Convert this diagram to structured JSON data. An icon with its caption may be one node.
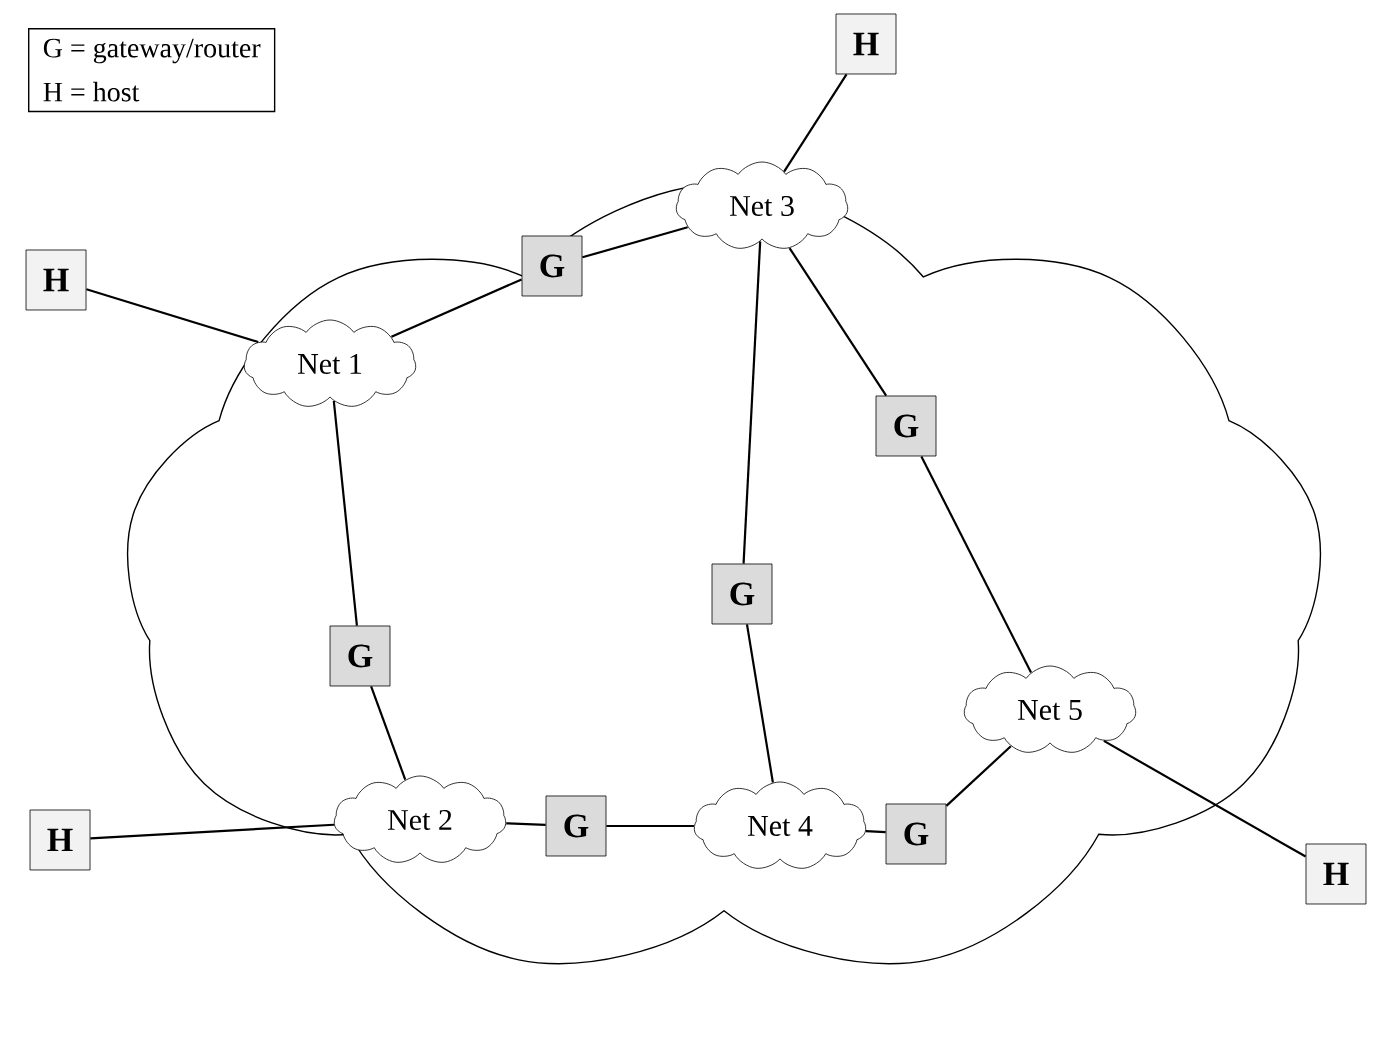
{
  "diagram": {
    "nodes": [
      {
        "text": [
          "H"
        ]
      },
      {
        "text": [
          "Net 3"
        ]
      },
      {
        "text": [
          "H"
        ]
      },
      {
        "text": [
          "G"
        ]
      },
      {
        "text": [
          "Net 1"
        ]
      },
      {
        "text": [
          "G"
        ]
      },
      {
        "text": [
          "G"
        ]
      },
      {
        "text": [
          "G"
        ]
      },
      {
        "text": [
          "Net 5"
        ]
      },
      {
        "text": [
          "H"
        ]
      },
      {
        "text": [
          "Net 2"
        ]
      },
      {
        "text": [
          "G"
        ]
      },
      {
        "text": [
          "Net 4"
        ]
      },
      {
        "text": [
          "G"
        ]
      },
      {
        "text": [
          "H"
        ]
      }
    ],
    "edges": [
      {
        "from": 0,
        "to": 1,
        "arrow": "none"
      },
      {
        "from": 2,
        "to": 4,
        "arrow": "none"
      },
      {
        "from": 4,
        "to": 3,
        "arrow": "none"
      },
      {
        "from": 3,
        "to": 1,
        "arrow": "none"
      },
      {
        "from": 1,
        "to": 5,
        "arrow": "none"
      },
      {
        "from": 5,
        "to": 8,
        "arrow": "none"
      },
      {
        "from": 1,
        "to": 6,
        "arrow": "none"
      },
      {
        "from": 6,
        "to": 12,
        "arrow": "none"
      },
      {
        "from": 4,
        "to": 7,
        "arrow": "none"
      },
      {
        "from": 7,
        "to": 10,
        "arrow": "none"
      },
      {
        "from": 9,
        "to": 10,
        "arrow": "none"
      },
      {
        "from": 10,
        "to": 11,
        "arrow": "none"
      },
      {
        "from": 11,
        "to": 12,
        "arrow": "none"
      },
      {
        "from": 12,
        "to": 13,
        "arrow": "none"
      },
      {
        "from": 13,
        "to": 8,
        "arrow": "none"
      },
      {
        "from": 8,
        "to": 14,
        "arrow": "none"
      }
    ],
    "labels": [
      "G = gateway/router",
      "H = host"
    ]
  }
}
